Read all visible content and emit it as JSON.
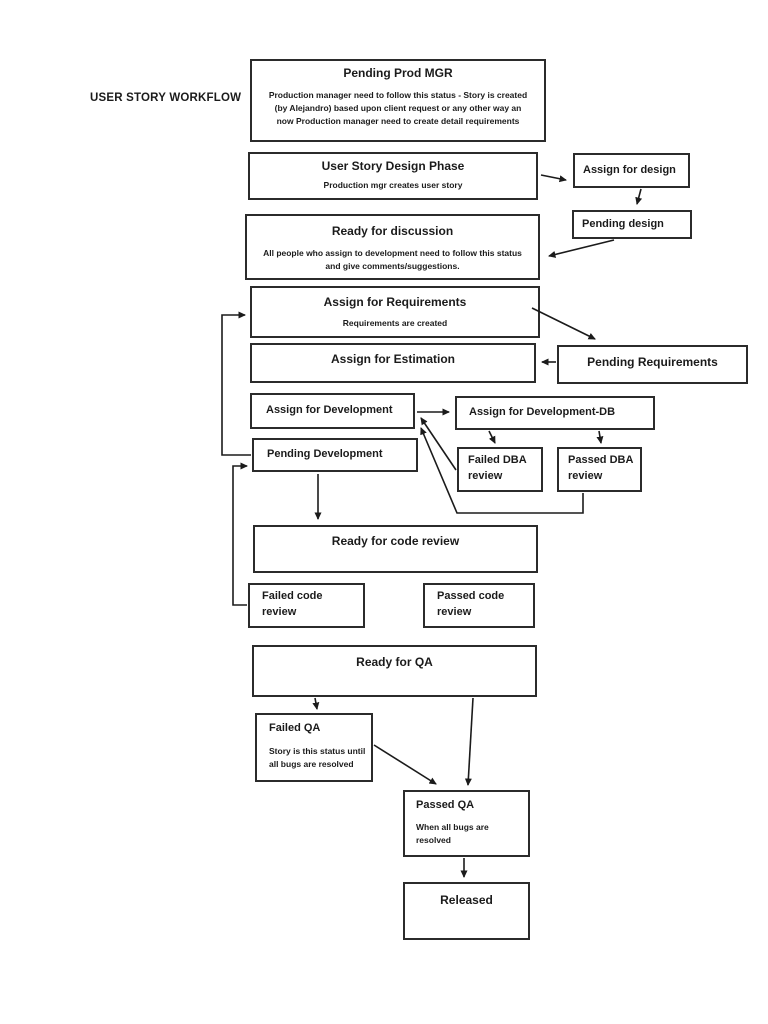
{
  "colors": {
    "ink": "#1b1b1b",
    "background": "#ffffff"
  },
  "workflow_title": "USER STORY WORKFLOW",
  "nodes": {
    "pending_prod_mgr": {
      "title": "Pending Prod MGR",
      "body": "Production manager need to follow this status - Story is created\n(by Alejandro) based  upon client request or any other way an\nnow Production manager need to create detail requirements"
    },
    "user_story_design_phase": {
      "title": "User Story Design Phase",
      "body": "Production mgr creates user story"
    },
    "assign_for_design": {
      "title": "Assign for design"
    },
    "pending_design": {
      "title": "Pending design"
    },
    "ready_for_discussion": {
      "title": "Ready for discussion",
      "body": "All people who assign to development need to follow this status\nand give comments/suggestions."
    },
    "assign_for_requirements": {
      "title": "Assign for Requirements",
      "body": "Requirements are created"
    },
    "assign_for_estimation": {
      "title": "Assign for Estimation"
    },
    "pending_requirements": {
      "title": "Pending Requirements"
    },
    "assign_for_development": {
      "title": "Assign for Development"
    },
    "assign_for_development_db": {
      "title": "Assign for Development-DB"
    },
    "failed_dba_review": {
      "title": "Failed DBA\nreview"
    },
    "passed_dba_review": {
      "title": "Passed DBA\nreview"
    },
    "pending_development": {
      "title": "Pending Development"
    },
    "ready_for_code_review": {
      "title": "Ready for code review"
    },
    "failed_code_review": {
      "title": "Failed code\nreview"
    },
    "passed_code_review": {
      "title": "Passed code\nreview"
    },
    "ready_for_qa": {
      "title": "Ready for QA"
    },
    "failed_qa": {
      "title": "Failed QA",
      "body": "Story is this status until\nall bugs are resolved"
    },
    "passed_qa": {
      "title": "Passed QA",
      "body": "When all bugs are\nresolved"
    },
    "released": {
      "title": "Released"
    }
  },
  "edges": [
    {
      "from": "user-story-design-phase",
      "to": "assign-for-design"
    },
    {
      "from": "assign-for-design",
      "to": "pending-design"
    },
    {
      "from": "pending-design",
      "to": "ready-for-discussion"
    },
    {
      "from": "assign-for-requirements",
      "to": "pending-requirements"
    },
    {
      "from": "pending-requirements",
      "to": "assign-for-estimation"
    },
    {
      "from": "pending-development",
      "to": "assign-for-requirements"
    },
    {
      "from": "assign-for-development",
      "to": "assign-for-development-db"
    },
    {
      "from": "assign-for-development-db",
      "to": "failed-dba-review"
    },
    {
      "from": "assign-for-development-db",
      "to": "passed-dba-review"
    },
    {
      "from": "failed-dba-review",
      "to": "assign-for-development"
    },
    {
      "from": "passed-dba-review",
      "to": "assign-for-development"
    },
    {
      "from": "pending-development",
      "to": "ready-for-code-review"
    },
    {
      "from": "failed-code-review",
      "to": "pending-development"
    },
    {
      "from": "ready-for-qa",
      "to": "failed-qa"
    },
    {
      "from": "ready-for-qa",
      "to": "passed-qa"
    },
    {
      "from": "failed-qa",
      "to": "passed-qa"
    },
    {
      "from": "passed-qa",
      "to": "released"
    }
  ]
}
